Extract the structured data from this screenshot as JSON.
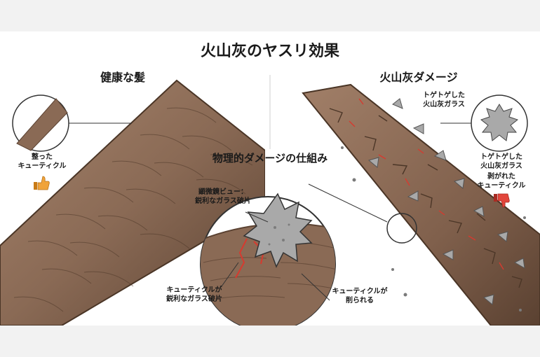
{
  "title": "火山灰のヤスリ効果",
  "left_panel": {
    "heading": "健康な髪",
    "label_lines": [
      "整った",
      "キューティクル"
    ]
  },
  "right_panel": {
    "heading": "火山灰ダメージ",
    "label_top_lines": [
      "トゲトゲした",
      "火山灰ガラス"
    ],
    "label_mid_lines": [
      "トゲトゲした",
      "火山灰ガラス"
    ],
    "label_cuticle_lines": [
      "剥がれた",
      "キューティクル"
    ]
  },
  "center_panel": {
    "heading": "物理的ダメージの仕組み",
    "microscope_lines": [
      "顕微鏡ビュー：",
      "鋭利なガラス破片"
    ],
    "cut_lines": [
      "キューティクルが",
      "鋭利なガラス破片"
    ],
    "scrape_lines": [
      "キューティクルが",
      "削られる"
    ]
  },
  "icons": {
    "good": "thumbs-up-icon",
    "bad": "thumbs-down-icon"
  },
  "colors": {
    "hair": "#8a6a55",
    "hair_dark": "#5b4232",
    "glass": "#a9a9a9",
    "damage_red": "#d63a2f",
    "thumb_up": "#f0a33a",
    "thumb_down": "#e2463c"
  }
}
